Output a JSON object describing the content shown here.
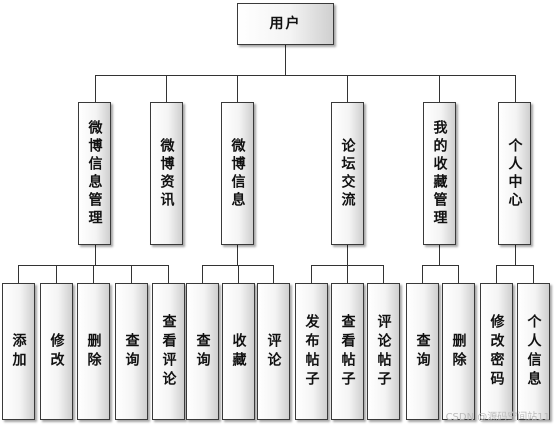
{
  "root": {
    "label": "用户"
  },
  "modules": [
    {
      "label": "微博信息管理",
      "children": [
        "添加",
        "修改",
        "删除",
        "查询",
        "查看评论"
      ]
    },
    {
      "label": "微博资讯",
      "children": []
    },
    {
      "label": "微博信息",
      "children": [
        "查询",
        "收藏",
        "评论"
      ]
    },
    {
      "label": "论坛交流",
      "children": [
        "发布帖子",
        "查看帖子",
        "评论帖子"
      ]
    },
    {
      "label": "我的收藏管理",
      "children": [
        "查询",
        "删除"
      ]
    },
    {
      "label": "个人中心",
      "children": [
        "修改密码",
        "个人信息"
      ]
    }
  ],
  "watermark": "CSDN @源码空间站11",
  "colors": {
    "line": "#333333",
    "border": "#3a3a3a"
  }
}
